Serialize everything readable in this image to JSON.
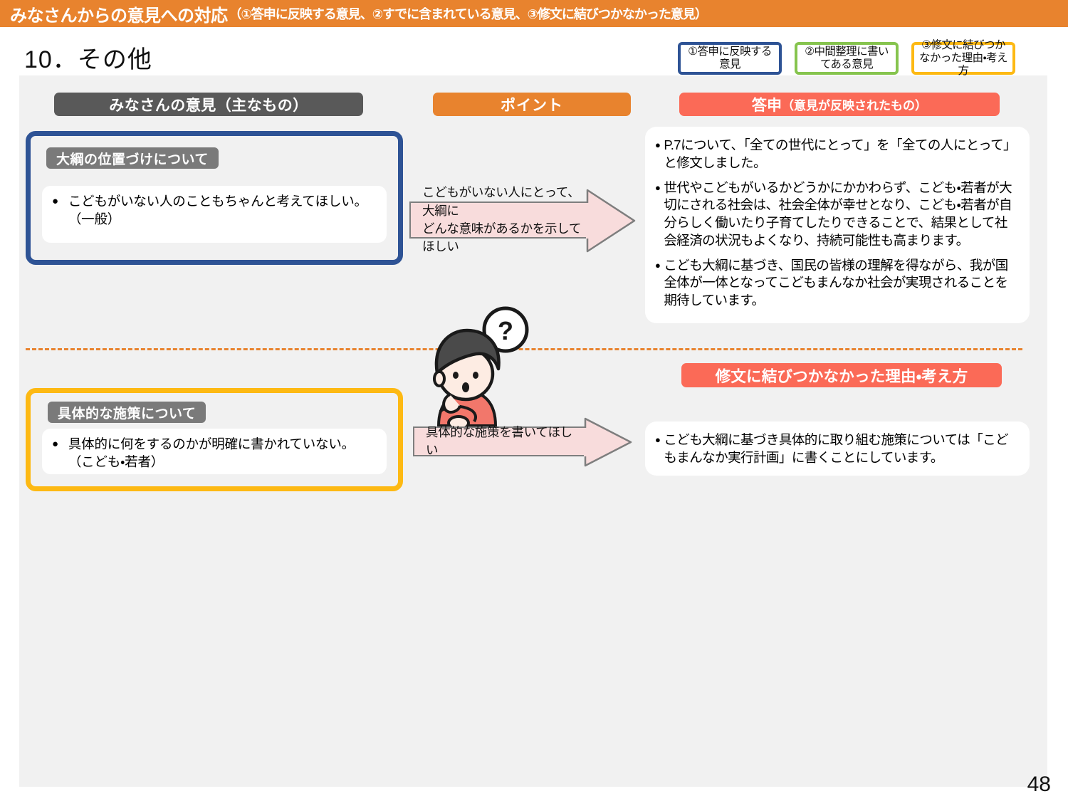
{
  "banner": {
    "main": "みなさんからの意見への対応",
    "sub": "（①答申に反映する意見、②すでに含まれている意見、③修文に結びつかなかった意見）"
  },
  "slide": {
    "title": "10．その他",
    "page_number": "48"
  },
  "legend": {
    "items": [
      {
        "label": "①答申に反映する意見",
        "color": "#2E5395"
      },
      {
        "label": "②中間整理に書いてある意見",
        "color": "#86C44E"
      },
      {
        "label": "③修文に結びつかなかった理由・考え方",
        "color": "#FDB913"
      }
    ]
  },
  "columns": {
    "opinions_header": "みなさんの意見（主なもの）",
    "points_header": "ポイント",
    "answer_header_main": "答申",
    "answer_header_sub": "（意見が反映されたもの）",
    "reason_header": "修文に結びつかなかった理由・考え方"
  },
  "rows": [
    {
      "accent": "#2E5395",
      "tag": "大綱の位置づけについて",
      "opinion": "こどもがいない人のこともちゃんと考えてほしい。\n（一般）",
      "point": "こどもがいない人にとって、大綱に\nどんな意味があるかを示してほしい",
      "answers": [
        "P.7について、「全ての世代にとって」を「全ての人にとって」と修文しました。",
        "世代やこどもがいるかどうかにかかわらず、こども・若者が大切にされる社会は、社会全体が幸せとなり、こども・若者が自分らしく働いたり子育てしたりできることで、結果として社会経済の状況もよくなり、持続可能性も高まります。",
        "こども大綱に基づき、国民の皆様の理解を得ながら、我が国全体が一体となってこどもまんなか社会が実現されることを期待しています。"
      ]
    },
    {
      "accent": "#FDB913",
      "tag": "具体的な施策について",
      "opinion": "具体的に何をするのかが明確に書かれていない。\n（こども・若者）",
      "point": "具体的な施策を書いてほしい",
      "answers": [
        "こども大綱に基づき具体的に取り組む施策については「こどもまんなか実行計画」に書くことにしています。"
      ]
    }
  ],
  "illustration": {
    "name": "thinking-child",
    "bubble_text": "？",
    "hair_color": "#4A4A4A",
    "shirt_color": "#F2776B"
  },
  "colors": {
    "banner_orange": "#E8832E",
    "panel_gray": "#F1F1F1",
    "header_gray": "#595959",
    "tag_gray": "#7A7A7A",
    "answer_coral": "#FB6A57",
    "arrow_pink": "#F8DCDC",
    "blue": "#2E5395",
    "green": "#86C44E",
    "yellow": "#FDB913"
  }
}
